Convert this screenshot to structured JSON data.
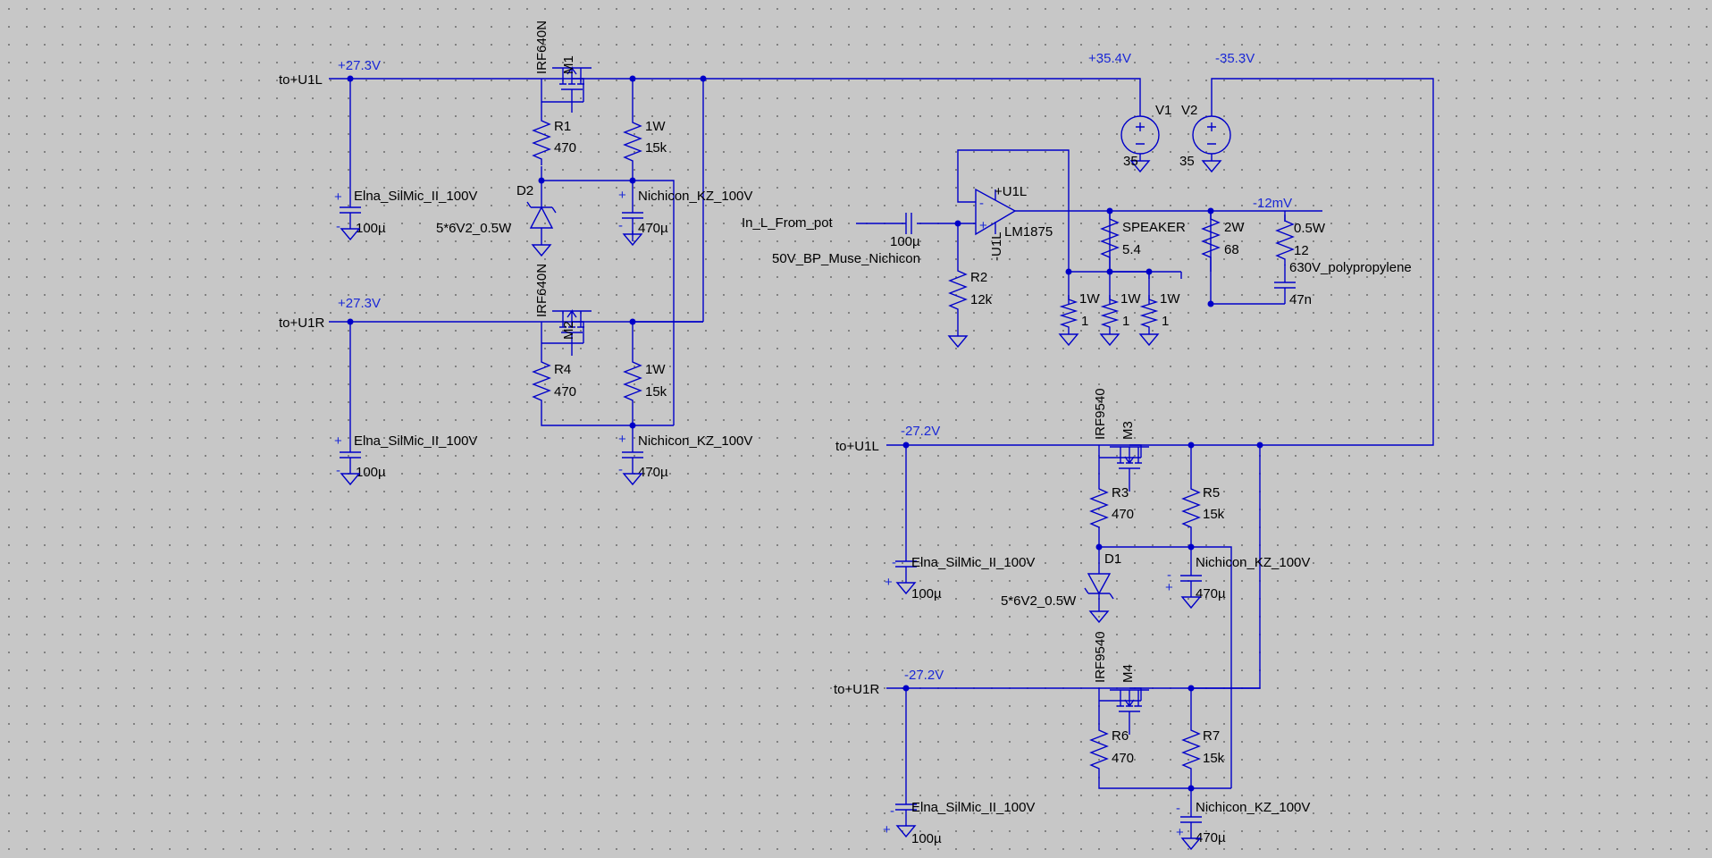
{
  "colors": {
    "background": "#c7c7c7",
    "grid": "#6f6f6f",
    "wire": "#0000c8",
    "net_label": "#1a28d6",
    "text": "#000000"
  },
  "nets": {
    "pos_u1l": "+27.3V",
    "pos_u1r": "+27.3V",
    "pos_rail": "+35.4V",
    "neg_rail": "-35.3V",
    "neg_u1l": "-27.2V",
    "neg_u1r": "-27.2V",
    "output": "-12mV"
  },
  "ports": {
    "u1l_pos": "to+U1L",
    "u1r_pos": "to+U1R",
    "u1l_neg": "to+U1L",
    "u1r_neg": "to+U1R",
    "opamp_pos_supply": "+U1L",
    "opamp_neg_supply": "-U1L"
  },
  "mosfets": {
    "m1": {
      "name": "M1",
      "part": "IRF640N"
    },
    "m2": {
      "name": "M2",
      "part": "IRF640N"
    },
    "m3": {
      "name": "M3",
      "part": "IRF9540"
    },
    "m4": {
      "name": "M4",
      "part": "IRF9540"
    }
  },
  "resistors": {
    "r1": {
      "name": "R1",
      "value": "470"
    },
    "r1w_top": {
      "name": "1W",
      "value": "15k"
    },
    "r4": {
      "name": "R4",
      "value": "470"
    },
    "r1w_mid": {
      "name": "1W",
      "value": "15k"
    },
    "r2": {
      "name": "R2",
      "value": "12k"
    },
    "speaker": {
      "name": "SPEAKER",
      "value": "5.4"
    },
    "r2w": {
      "name": "2W",
      "value": "68"
    },
    "r05w": {
      "name": "0.5W",
      "value": "12"
    },
    "rs1": {
      "name": "1W",
      "value": "1"
    },
    "rs2": {
      "name": "1W",
      "value": "1"
    },
    "rs3": {
      "name": "1W",
      "value": "1"
    },
    "r3": {
      "name": "R3",
      "value": "470"
    },
    "r5": {
      "name": "R5",
      "value": "15k"
    },
    "r6": {
      "name": "R6",
      "value": "470"
    },
    "r7": {
      "name": "R7",
      "value": "15k"
    }
  },
  "capacitors": {
    "c_elna1": {
      "name": "Elna_SilMic_II_100V",
      "value": "100µ"
    },
    "c_nich1": {
      "name": "Nichicon_KZ_100V",
      "value": "470µ"
    },
    "c_elna2": {
      "name": "Elna_SilMic_II_100V",
      "value": "100µ"
    },
    "c_nich2": {
      "name": "Nichicon_KZ_100V",
      "value": "470µ"
    },
    "c_input": {
      "name": "50V_BP_Muse_Nichicon",
      "value": "100µ"
    },
    "c_poly": {
      "name": "630V_polypropylene",
      "value": "47n"
    },
    "c_elna3": {
      "name": "Elna_SilMic_II_100V",
      "value": "100µ"
    },
    "c_nich3": {
      "name": "Nichicon_KZ_100V",
      "value": "470µ"
    },
    "c_elna4": {
      "name": "Elna_SilMic_II_100V",
      "value": "100µ"
    },
    "c_nich4": {
      "name": "Nichicon_KZ_100V",
      "value": "470µ"
    }
  },
  "diodes": {
    "d2": {
      "name": "D2",
      "value": "5*6V2_0.5W"
    },
    "d1": {
      "name": "D1",
      "value": "5*6V2_0.5W"
    }
  },
  "sources": {
    "v1": {
      "name": "V1",
      "value": "35"
    },
    "v2": {
      "name": "V2",
      "value": "35"
    }
  },
  "opamp": {
    "part": "LM1875",
    "plus": "+",
    "minus": "-"
  },
  "input": {
    "label": "In_L_From_pot"
  },
  "polarity": {
    "plus": "+",
    "minus": "-"
  }
}
